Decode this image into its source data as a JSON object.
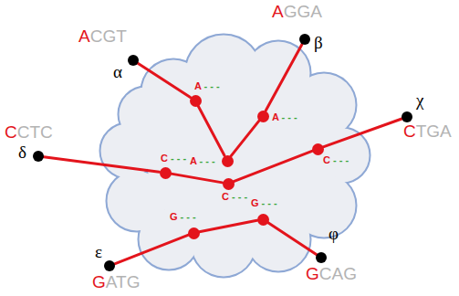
{
  "diagram": {
    "nodes": [
      {
        "text": [
          "ACGT",
          "α"
        ]
      },
      {
        "text": [
          "AGGA",
          "β"
        ]
      },
      {
        "text": [
          "A - - -"
        ]
      },
      {
        "text": [
          "A - - -"
        ]
      },
      {
        "text": [
          "A - - -"
        ]
      },
      {
        "text": [
          "χ",
          "CTGA"
        ]
      },
      {
        "text": [
          "CCTC",
          "δ"
        ]
      },
      {
        "text": [
          "C - - -"
        ]
      },
      {
        "text": [
          "C - - -"
        ]
      },
      {
        "text": [
          "C - - -"
        ]
      },
      {
        "text": [
          "G - - -"
        ]
      },
      {
        "text": [
          "G - - -"
        ]
      },
      {
        "text": [
          "ε",
          "GATG"
        ]
      },
      {
        "text": [
          "φ",
          "GCAG"
        ]
      }
    ],
    "edges": [
      {
        "from": 0,
        "to": 2,
        "arrow": "none"
      },
      {
        "from": 2,
        "to": 4,
        "arrow": "none"
      },
      {
        "from": 4,
        "to": 3,
        "arrow": "none"
      },
      {
        "from": 3,
        "to": 1,
        "arrow": "none"
      },
      {
        "from": 6,
        "to": 8,
        "arrow": "none"
      },
      {
        "from": 8,
        "to": 9,
        "arrow": "none"
      },
      {
        "from": 9,
        "to": 7,
        "arrow": "none"
      },
      {
        "from": 7,
        "to": 5,
        "arrow": "none"
      },
      {
        "from": 12,
        "to": 11,
        "arrow": "none"
      },
      {
        "from": 11,
        "to": 10,
        "arrow": "none"
      },
      {
        "from": 10,
        "to": 13,
        "arrow": "none"
      }
    ]
  }
}
